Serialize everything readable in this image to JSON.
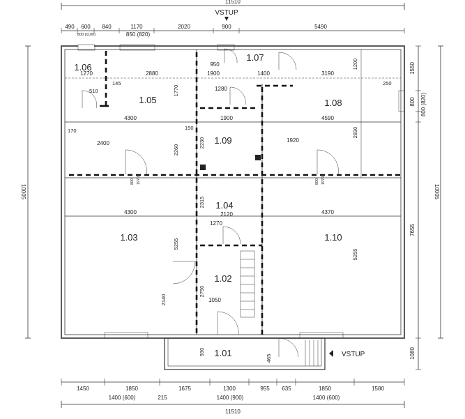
{
  "entrances": {
    "top": "VSTUP",
    "right": "VSTUP"
  },
  "rooms": [
    {
      "id": "1.01",
      "label": "1.01"
    },
    {
      "id": "1.02",
      "label": "1.02"
    },
    {
      "id": "1.03",
      "label": "1.03"
    },
    {
      "id": "1.04",
      "label": "1.04"
    },
    {
      "id": "1.05",
      "label": "1.05"
    },
    {
      "id": "1.06",
      "label": "1.06"
    },
    {
      "id": "1.07",
      "label": "1.07"
    },
    {
      "id": "1.08",
      "label": "1.08"
    },
    {
      "id": "1.09",
      "label": "1.09"
    },
    {
      "id": "1.10",
      "label": "1.10"
    }
  ],
  "dims": {
    "top_total": "11510",
    "top_chain": [
      "490",
      "600",
      "840",
      "1170",
      "850 (820)",
      "2020",
      "900",
      "5490"
    ],
    "top_chain_small": "800 (1100)",
    "bottom_chain": [
      "1450",
      "1850",
      "1675",
      "1300",
      "955",
      "635",
      "1850",
      "1580"
    ],
    "bottom_sub": [
      "1400 (600)",
      "215",
      "1400 (900)",
      "1400 (600)"
    ],
    "bottom_total": "11510",
    "left_total": "10005",
    "right_total": "10005",
    "right_chain": [
      "1550",
      "800",
      "800 (820)",
      "7655",
      "1080"
    ],
    "interior_h": [
      "1270",
      "2880",
      "1900",
      "1400",
      "3190",
      "4300",
      "1900",
      "4590",
      "2400",
      "1920",
      "4300",
      "2120",
      "4370",
      "1270",
      "1050",
      "1280",
      "950"
    ],
    "interior_v": [
      "170",
      "1770",
      "2260",
      "2230",
      "2315",
      "5255",
      "2790",
      "2140",
      "930",
      "465",
      "1200",
      "2830",
      "5255",
      "510",
      "145",
      "150",
      "250"
    ],
    "door_tags": [
      "800",
      "1970"
    ]
  }
}
